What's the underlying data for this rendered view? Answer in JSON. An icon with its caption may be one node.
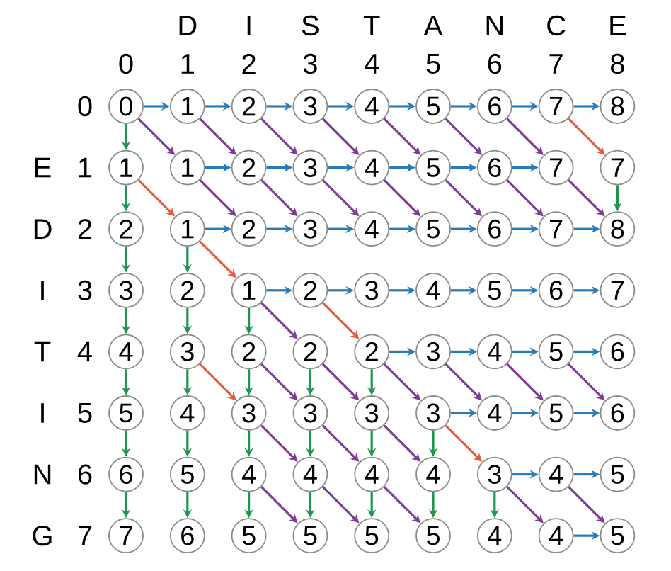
{
  "diagram": {
    "nodes": [
      {
        "text": [
          "0"
        ]
      },
      {
        "text": [
          "1"
        ]
      },
      {
        "text": [
          "2"
        ]
      },
      {
        "text": [
          "3"
        ]
      },
      {
        "text": [
          "4"
        ]
      },
      {
        "text": [
          "5"
        ]
      },
      {
        "text": [
          "6"
        ]
      },
      {
        "text": [
          "7"
        ]
      },
      {
        "text": [
          "8"
        ]
      },
      {
        "text": [
          "1"
        ]
      },
      {
        "text": [
          "1"
        ]
      },
      {
        "text": [
          "2"
        ]
      },
      {
        "text": [
          "3"
        ]
      },
      {
        "text": [
          "4"
        ]
      },
      {
        "text": [
          "5"
        ]
      },
      {
        "text": [
          "6"
        ]
      },
      {
        "text": [
          "7"
        ]
      },
      {
        "text": [
          "7"
        ]
      },
      {
        "text": [
          "2"
        ]
      },
      {
        "text": [
          "1"
        ]
      },
      {
        "text": [
          "2"
        ]
      },
      {
        "text": [
          "3"
        ]
      },
      {
        "text": [
          "4"
        ]
      },
      {
        "text": [
          "5"
        ]
      },
      {
        "text": [
          "6"
        ]
      },
      {
        "text": [
          "7"
        ]
      },
      {
        "text": [
          "8"
        ]
      },
      {
        "text": [
          "3"
        ]
      },
      {
        "text": [
          "2"
        ]
      },
      {
        "text": [
          "1"
        ]
      },
      {
        "text": [
          "2"
        ]
      },
      {
        "text": [
          "3"
        ]
      },
      {
        "text": [
          "4"
        ]
      },
      {
        "text": [
          "5"
        ]
      },
      {
        "text": [
          "6"
        ]
      },
      {
        "text": [
          "7"
        ]
      },
      {
        "text": [
          "4"
        ]
      },
      {
        "text": [
          "3"
        ]
      },
      {
        "text": [
          "2"
        ]
      },
      {
        "text": [
          "2"
        ]
      },
      {
        "text": [
          "2"
        ]
      },
      {
        "text": [
          "3"
        ]
      },
      {
        "text": [
          "4"
        ]
      },
      {
        "text": [
          "5"
        ]
      },
      {
        "text": [
          "6"
        ]
      },
      {
        "text": [
          "5"
        ]
      },
      {
        "text": [
          "4"
        ]
      },
      {
        "text": [
          "3"
        ]
      },
      {
        "text": [
          "3"
        ]
      },
      {
        "text": [
          "3"
        ]
      },
      {
        "text": [
          "3"
        ]
      },
      {
        "text": [
          "4"
        ]
      },
      {
        "text": [
          "5"
        ]
      },
      {
        "text": [
          "6"
        ]
      },
      {
        "text": [
          "6"
        ]
      },
      {
        "text": [
          "5"
        ]
      },
      {
        "text": [
          "4"
        ]
      },
      {
        "text": [
          "4"
        ]
      },
      {
        "text": [
          "4"
        ]
      },
      {
        "text": [
          "4"
        ]
      },
      {
        "text": [
          "3"
        ]
      },
      {
        "text": [
          "4"
        ]
      },
      {
        "text": [
          "5"
        ]
      },
      {
        "text": [
          "7"
        ]
      },
      {
        "text": [
          "6"
        ]
      },
      {
        "text": [
          "5"
        ]
      },
      {
        "text": [
          "5"
        ]
      },
      {
        "text": [
          "5"
        ]
      },
      {
        "text": [
          "5"
        ]
      },
      {
        "text": [
          "4"
        ]
      },
      {
        "text": [
          "4"
        ]
      },
      {
        "text": [
          "5"
        ]
      }
    ],
    "edges": [
      {
        "from": 0,
        "to": 1,
        "arrow": "to",
        "color": "#2b7bb9"
      },
      {
        "from": 1,
        "to": 2,
        "arrow": "to",
        "color": "#2b7bb9"
      },
      {
        "from": 2,
        "to": 3,
        "arrow": "to",
        "color": "#2b7bb9"
      },
      {
        "from": 3,
        "to": 4,
        "arrow": "to",
        "color": "#2b7bb9"
      },
      {
        "from": 4,
        "to": 5,
        "arrow": "to",
        "color": "#2b7bb9"
      },
      {
        "from": 5,
        "to": 6,
        "arrow": "to",
        "color": "#2b7bb9"
      },
      {
        "from": 6,
        "to": 7,
        "arrow": "to",
        "color": "#2b7bb9"
      },
      {
        "from": 7,
        "to": 8,
        "arrow": "to",
        "color": "#2b7bb9"
      },
      {
        "from": 0,
        "to": 9,
        "arrow": "to",
        "color": "#1e9650"
      },
      {
        "from": 0,
        "to": 10,
        "arrow": "to",
        "color": "#7d3c98"
      },
      {
        "from": 10,
        "to": 11,
        "arrow": "to",
        "color": "#2b7bb9"
      },
      {
        "from": 1,
        "to": 11,
        "arrow": "to",
        "color": "#7d3c98"
      },
      {
        "from": 11,
        "to": 12,
        "arrow": "to",
        "color": "#2b7bb9"
      },
      {
        "from": 2,
        "to": 12,
        "arrow": "to",
        "color": "#7d3c98"
      },
      {
        "from": 12,
        "to": 13,
        "arrow": "to",
        "color": "#2b7bb9"
      },
      {
        "from": 3,
        "to": 13,
        "arrow": "to",
        "color": "#7d3c98"
      },
      {
        "from": 13,
        "to": 14,
        "arrow": "to",
        "color": "#2b7bb9"
      },
      {
        "from": 4,
        "to": 14,
        "arrow": "to",
        "color": "#7d3c98"
      },
      {
        "from": 14,
        "to": 15,
        "arrow": "to",
        "color": "#2b7bb9"
      },
      {
        "from": 5,
        "to": 15,
        "arrow": "to",
        "color": "#7d3c98"
      },
      {
        "from": 15,
        "to": 16,
        "arrow": "to",
        "color": "#2b7bb9"
      },
      {
        "from": 6,
        "to": 16,
        "arrow": "to",
        "color": "#7d3c98"
      },
      {
        "from": 7,
        "to": 17,
        "arrow": "to",
        "color": "#e85a3a"
      },
      {
        "from": 9,
        "to": 18,
        "arrow": "to",
        "color": "#1e9650"
      },
      {
        "from": 9,
        "to": 19,
        "arrow": "to",
        "color": "#e85a3a"
      },
      {
        "from": 19,
        "to": 20,
        "arrow": "to",
        "color": "#2b7bb9"
      },
      {
        "from": 10,
        "to": 20,
        "arrow": "to",
        "color": "#7d3c98"
      },
      {
        "from": 20,
        "to": 21,
        "arrow": "to",
        "color": "#2b7bb9"
      },
      {
        "from": 11,
        "to": 21,
        "arrow": "to",
        "color": "#7d3c98"
      },
      {
        "from": 21,
        "to": 22,
        "arrow": "to",
        "color": "#2b7bb9"
      },
      {
        "from": 12,
        "to": 22,
        "arrow": "to",
        "color": "#7d3c98"
      },
      {
        "from": 22,
        "to": 23,
        "arrow": "to",
        "color": "#2b7bb9"
      },
      {
        "from": 13,
        "to": 23,
        "arrow": "to",
        "color": "#7d3c98"
      },
      {
        "from": 23,
        "to": 24,
        "arrow": "to",
        "color": "#2b7bb9"
      },
      {
        "from": 14,
        "to": 24,
        "arrow": "to",
        "color": "#7d3c98"
      },
      {
        "from": 24,
        "to": 25,
        "arrow": "to",
        "color": "#2b7bb9"
      },
      {
        "from": 15,
        "to": 25,
        "arrow": "to",
        "color": "#7d3c98"
      },
      {
        "from": 25,
        "to": 26,
        "arrow": "to",
        "color": "#2b7bb9"
      },
      {
        "from": 16,
        "to": 26,
        "arrow": "to",
        "color": "#7d3c98"
      },
      {
        "from": 17,
        "to": 26,
        "arrow": "to",
        "color": "#1e9650"
      },
      {
        "from": 18,
        "to": 27,
        "arrow": "to",
        "color": "#1e9650"
      },
      {
        "from": 19,
        "to": 28,
        "arrow": "to",
        "color": "#1e9650"
      },
      {
        "from": 19,
        "to": 29,
        "arrow": "to",
        "color": "#e85a3a"
      },
      {
        "from": 29,
        "to": 30,
        "arrow": "to",
        "color": "#2b7bb9"
      },
      {
        "from": 30,
        "to": 31,
        "arrow": "to",
        "color": "#2b7bb9"
      },
      {
        "from": 31,
        "to": 32,
        "arrow": "to",
        "color": "#2b7bb9"
      },
      {
        "from": 32,
        "to": 33,
        "arrow": "to",
        "color": "#2b7bb9"
      },
      {
        "from": 33,
        "to": 34,
        "arrow": "to",
        "color": "#2b7bb9"
      },
      {
        "from": 34,
        "to": 35,
        "arrow": "to",
        "color": "#2b7bb9"
      },
      {
        "from": 27,
        "to": 36,
        "arrow": "to",
        "color": "#1e9650"
      },
      {
        "from": 28,
        "to": 37,
        "arrow": "to",
        "color": "#1e9650"
      },
      {
        "from": 29,
        "to": 38,
        "arrow": "to",
        "color": "#1e9650"
      },
      {
        "from": 29,
        "to": 39,
        "arrow": "to",
        "color": "#7d3c98"
      },
      {
        "from": 30,
        "to": 40,
        "arrow": "to",
        "color": "#e85a3a"
      },
      {
        "from": 40,
        "to": 41,
        "arrow": "to",
        "color": "#2b7bb9"
      },
      {
        "from": 41,
        "to": 42,
        "arrow": "to",
        "color": "#2b7bb9"
      },
      {
        "from": 42,
        "to": 43,
        "arrow": "to",
        "color": "#2b7bb9"
      },
      {
        "from": 43,
        "to": 44,
        "arrow": "to",
        "color": "#2b7bb9"
      },
      {
        "from": 36,
        "to": 45,
        "arrow": "to",
        "color": "#1e9650"
      },
      {
        "from": 37,
        "to": 46,
        "arrow": "to",
        "color": "#1e9650"
      },
      {
        "from": 37,
        "to": 47,
        "arrow": "to",
        "color": "#e85a3a"
      },
      {
        "from": 38,
        "to": 47,
        "arrow": "to",
        "color": "#1e9650"
      },
      {
        "from": 39,
        "to": 48,
        "arrow": "to",
        "color": "#1e9650"
      },
      {
        "from": 38,
        "to": 48,
        "arrow": "to",
        "color": "#7d3c98"
      },
      {
        "from": 40,
        "to": 49,
        "arrow": "to",
        "color": "#1e9650"
      },
      {
        "from": 39,
        "to": 49,
        "arrow": "to",
        "color": "#7d3c98"
      },
      {
        "from": 40,
        "to": 50,
        "arrow": "to",
        "color": "#7d3c98"
      },
      {
        "from": 50,
        "to": 51,
        "arrow": "to",
        "color": "#2b7bb9"
      },
      {
        "from": 41,
        "to": 51,
        "arrow": "to",
        "color": "#7d3c98"
      },
      {
        "from": 51,
        "to": 52,
        "arrow": "to",
        "color": "#2b7bb9"
      },
      {
        "from": 42,
        "to": 52,
        "arrow": "to",
        "color": "#7d3c98"
      },
      {
        "from": 52,
        "to": 53,
        "arrow": "to",
        "color": "#2b7bb9"
      },
      {
        "from": 43,
        "to": 53,
        "arrow": "to",
        "color": "#7d3c98"
      },
      {
        "from": 45,
        "to": 54,
        "arrow": "to",
        "color": "#1e9650"
      },
      {
        "from": 46,
        "to": 55,
        "arrow": "to",
        "color": "#1e9650"
      },
      {
        "from": 47,
        "to": 56,
        "arrow": "to",
        "color": "#1e9650"
      },
      {
        "from": 48,
        "to": 57,
        "arrow": "to",
        "color": "#1e9650"
      },
      {
        "from": 47,
        "to": 57,
        "arrow": "to",
        "color": "#7d3c98"
      },
      {
        "from": 49,
        "to": 58,
        "arrow": "to",
        "color": "#1e9650"
      },
      {
        "from": 48,
        "to": 58,
        "arrow": "to",
        "color": "#7d3c98"
      },
      {
        "from": 50,
        "to": 59,
        "arrow": "to",
        "color": "#1e9650"
      },
      {
        "from": 49,
        "to": 59,
        "arrow": "to",
        "color": "#7d3c98"
      },
      {
        "from": 50,
        "to": 60,
        "arrow": "to",
        "color": "#e85a3a"
      },
      {
        "from": 60,
        "to": 61,
        "arrow": "to",
        "color": "#2b7bb9"
      },
      {
        "from": 61,
        "to": 62,
        "arrow": "to",
        "color": "#2b7bb9"
      },
      {
        "from": 54,
        "to": 63,
        "arrow": "to",
        "color": "#1e9650"
      },
      {
        "from": 55,
        "to": 64,
        "arrow": "to",
        "color": "#1e9650"
      },
      {
        "from": 56,
        "to": 65,
        "arrow": "to",
        "color": "#1e9650"
      },
      {
        "from": 57,
        "to": 66,
        "arrow": "to",
        "color": "#1e9650"
      },
      {
        "from": 56,
        "to": 66,
        "arrow": "to",
        "color": "#7d3c98"
      },
      {
        "from": 58,
        "to": 67,
        "arrow": "to",
        "color": "#1e9650"
      },
      {
        "from": 57,
        "to": 67,
        "arrow": "to",
        "color": "#7d3c98"
      },
      {
        "from": 59,
        "to": 68,
        "arrow": "to",
        "color": "#1e9650"
      },
      {
        "from": 58,
        "to": 68,
        "arrow": "to",
        "color": "#7d3c98"
      },
      {
        "from": 60,
        "to": 69,
        "arrow": "to",
        "color": "#1e9650"
      },
      {
        "from": 60,
        "to": 70,
        "arrow": "to",
        "color": "#7d3c98"
      },
      {
        "from": 70,
        "to": 71,
        "arrow": "to",
        "color": "#2b7bb9"
      },
      {
        "from": 61,
        "to": 71,
        "arrow": "to",
        "color": "#7d3c98"
      }
    ],
    "labels": [
      "D",
      "I",
      "S",
      "T",
      "A",
      "N",
      "C",
      "E",
      "0",
      "1",
      "2",
      "3",
      "4",
      "5",
      "6",
      "7",
      "8",
      "0",
      "E",
      "1",
      "D",
      "2",
      "I",
      "3",
      "T",
      "4",
      "I",
      "5",
      "N",
      "6",
      "G",
      "7"
    ]
  }
}
